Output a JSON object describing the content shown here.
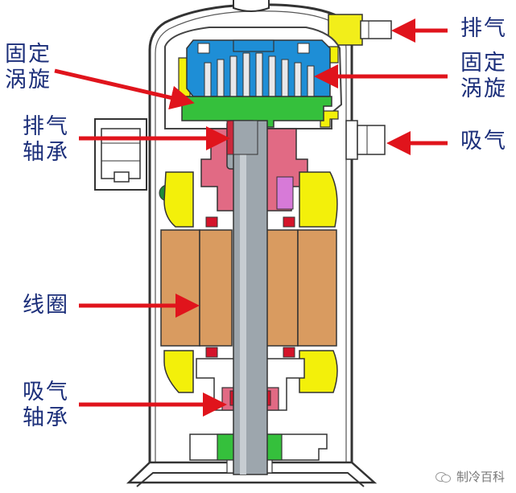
{
  "labels": {
    "discharge": "排气",
    "fixed_scroll_right_1": "固定",
    "fixed_scroll_right_2": "涡旋",
    "suction": "吸气",
    "fixed_scroll_left_1": "固定",
    "fixed_scroll_left_2": "涡旋",
    "discharge_bearing_1": "排气",
    "discharge_bearing_2": "轴承",
    "coil": "线圈",
    "suction_bearing_1": "吸气",
    "suction_bearing_2": "轴承"
  },
  "watermark": "制冷百科",
  "colors": {
    "label_text": "#1c2f7a",
    "arrow": "#e0141c",
    "shell": "#333333",
    "stator": "#d99b60",
    "shaft": "#9da6ad",
    "scroll_green": "#35c03c",
    "scroll_blue": "#1e8ed6",
    "bearing_pink": "#e16a84",
    "counterweight_yellow": "#f3f00a",
    "bearing_red": "#d4142a",
    "pin_purple": "#d77ad8",
    "dot_green": "#1f8b3a"
  }
}
